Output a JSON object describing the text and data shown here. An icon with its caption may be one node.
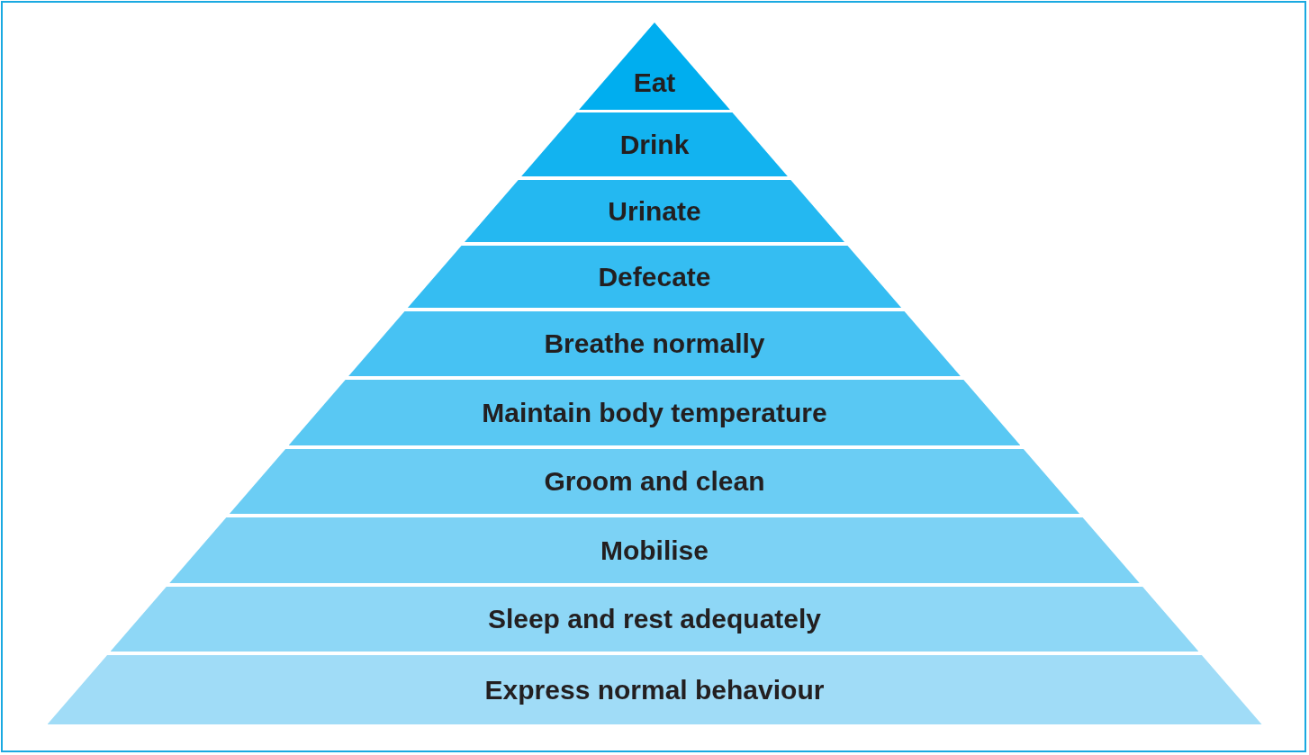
{
  "diagram": {
    "nodes": [
      {
        "text": [
          "Eat"
        ]
      },
      {
        "text": [
          "Drink"
        ]
      },
      {
        "text": [
          "Urinate"
        ]
      },
      {
        "text": [
          "Defecate"
        ]
      },
      {
        "text": [
          "Breathe normally"
        ]
      },
      {
        "text": [
          "Maintain body temperature"
        ]
      },
      {
        "text": [
          "Groom and clean"
        ]
      },
      {
        "text": [
          "Mobilise"
        ]
      },
      {
        "text": [
          "Sleep and rest adequately"
        ]
      },
      {
        "text": [
          "Express normal behaviour"
        ]
      }
    ]
  }
}
